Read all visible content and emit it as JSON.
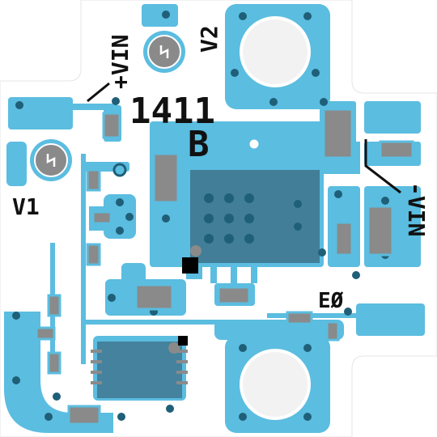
{
  "board": {
    "colors": {
      "substrate": "#ffffff",
      "copper": "#5bbde0",
      "copper_dark": "#3a9cc4",
      "via": "#1f5f78",
      "silkscreen": "#111111",
      "component_body": "#8a8a8a",
      "ic_body": "#3a6a80",
      "mount_hole": "#f2f2f2"
    },
    "labels": {
      "plus_vin": "+VIN",
      "minus_vin": "-VIN",
      "v1": "V1",
      "v2": "V2",
      "part_number": "1411",
      "revision": "B",
      "e0": "EØ"
    },
    "icons": {
      "pot_v1": "trimmer-potentiometer-icon",
      "pot_v2": "trimmer-potentiometer-icon",
      "hole": "mounting-hole-icon"
    }
  }
}
